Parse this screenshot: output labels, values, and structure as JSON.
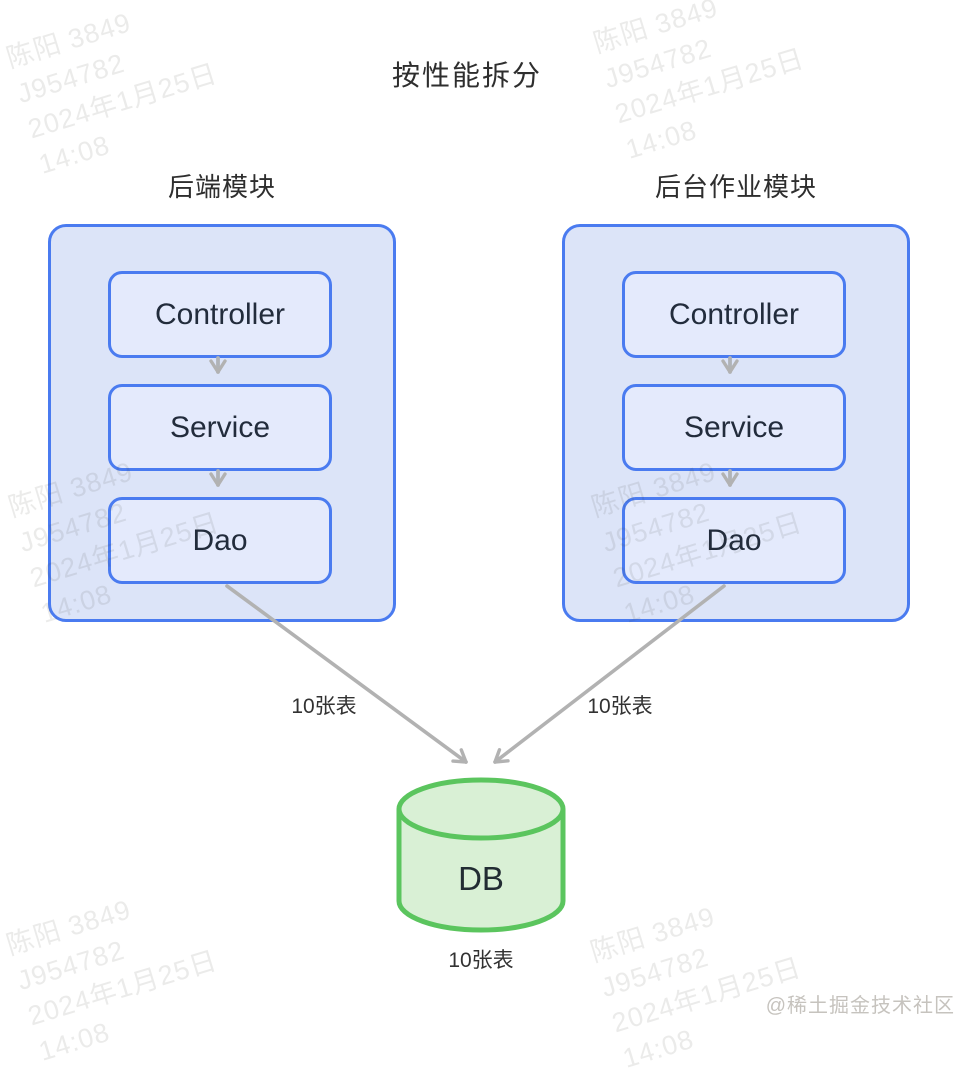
{
  "title": "按性能拆分",
  "modules": [
    {
      "label": "后端模块",
      "layers": [
        "Controller",
        "Service",
        "Dao"
      ]
    },
    {
      "label": "后台作业模块",
      "layers": [
        "Controller",
        "Service",
        "Dao"
      ]
    }
  ],
  "database": {
    "label": "DB",
    "caption": "10张表"
  },
  "edge_labels": {
    "left": "10张表",
    "right": "10张表"
  },
  "watermark": {
    "lines": [
      "陈阳 3849",
      "J954782",
      "2024年1月25日",
      "14:08"
    ]
  },
  "credit": "@稀土掘金技术社区",
  "colors": {
    "module_border": "#4a7bf0",
    "module_fill": "#dce4f8",
    "layer_fill": "#e4eafc",
    "layer_text": "#222c3c",
    "arrow": "#b2b2b2",
    "db_stroke": "#5bc55e",
    "db_fill": "#d9f0d5"
  }
}
